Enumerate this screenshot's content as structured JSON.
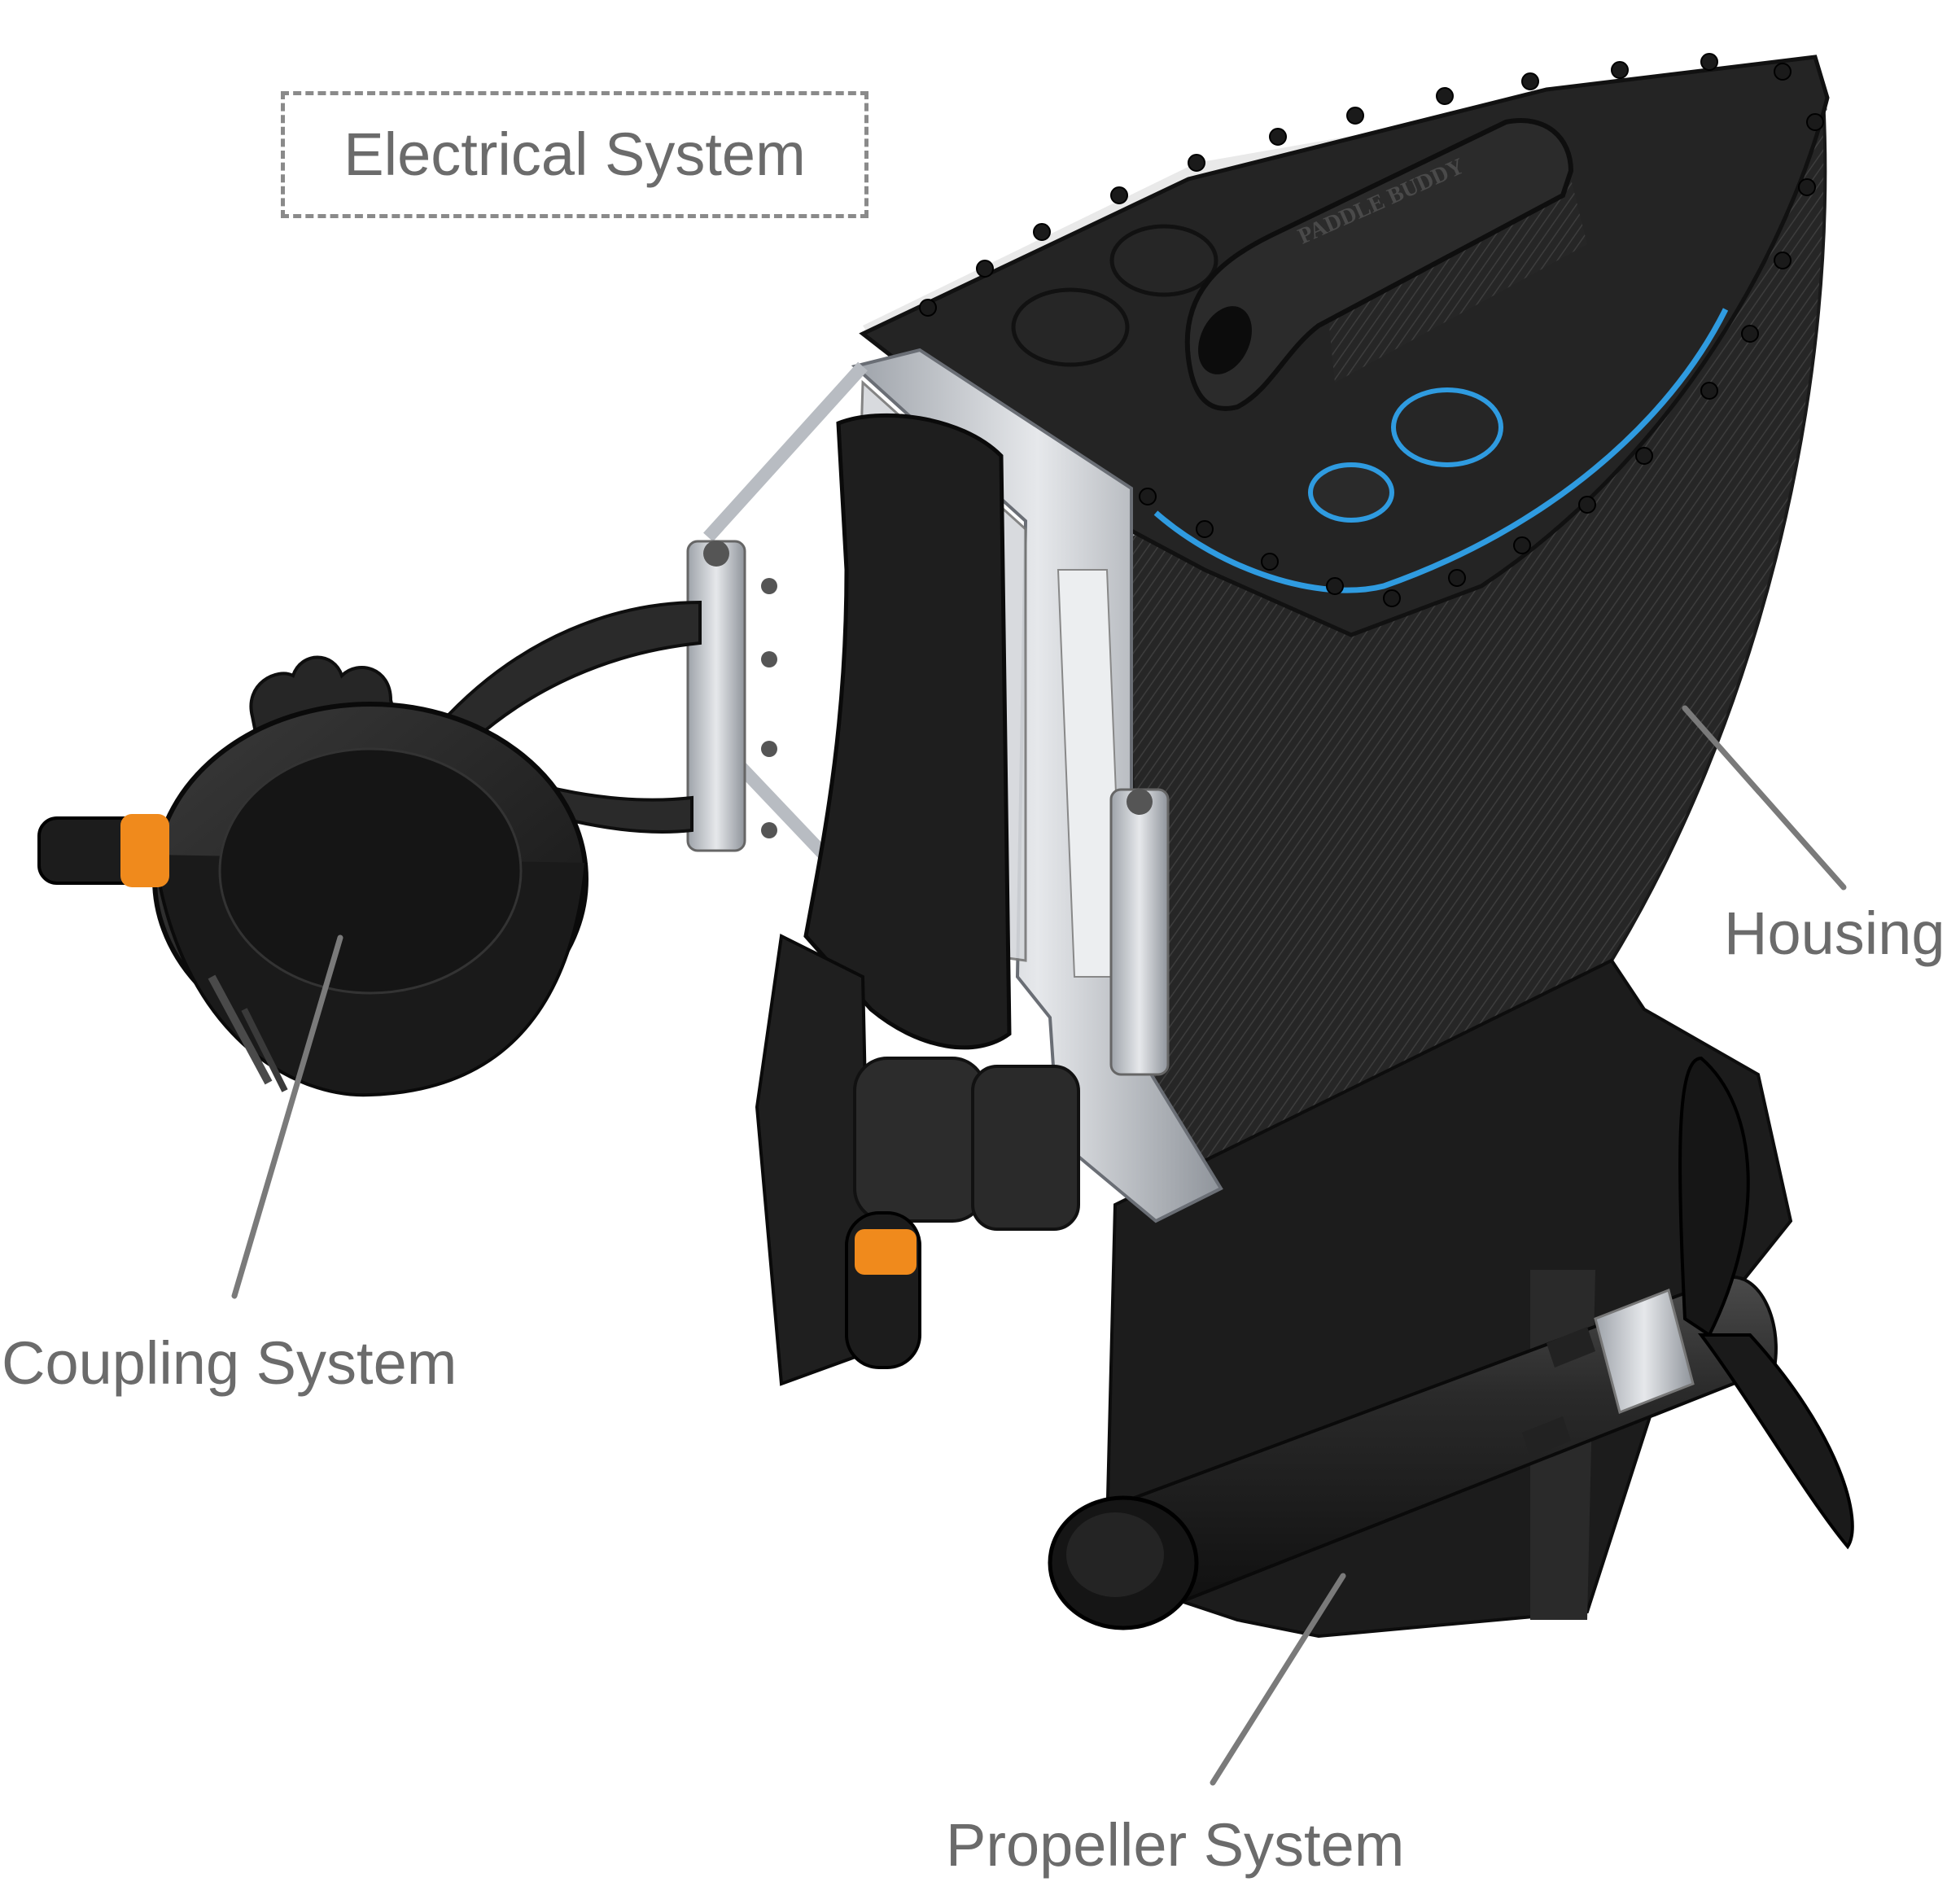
{
  "labels": {
    "electrical": "Electrical System",
    "housing": "Housing",
    "coupling": "Coupling System",
    "propeller": "Propeller System"
  },
  "product_markings": {
    "handle_text": "PADDLE BUDDY"
  },
  "colors": {
    "label_text": "#6b6b6b",
    "leader_line": "#7a7a7a",
    "body_dark": "#1f1f1f",
    "mesh": "#2c2c2c",
    "aluminum": "#c9ccd1",
    "accent_blue": "#2f9be0",
    "accent_orange": "#f08a1c"
  }
}
